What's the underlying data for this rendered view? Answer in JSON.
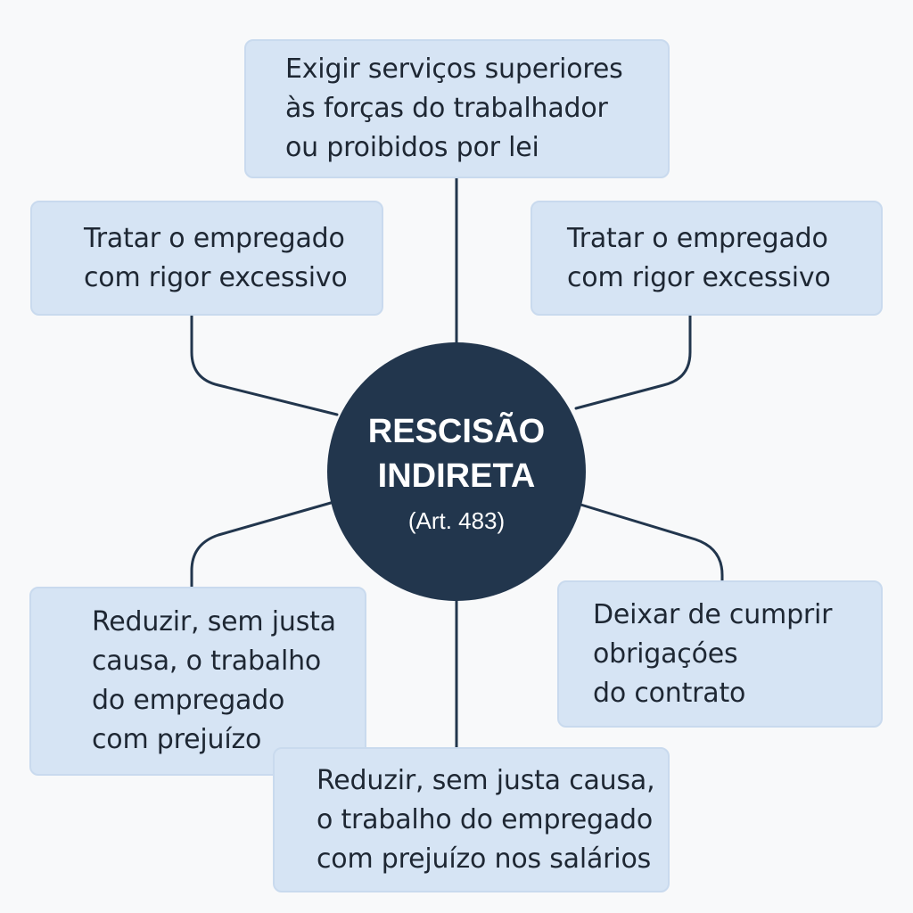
{
  "center": {
    "title": "RESCISÃO\nINDIRETA",
    "subtitle": "(Art. 483)"
  },
  "boxes": {
    "top": "Exigir serviços superiores\nàs forças do trabalhador\nou proibidos por lei",
    "upper_left": "Tratar o empregado\ncom rigor excessivo",
    "upper_right": "Tratar o empregado\ncom rigor excessivo",
    "lower_left": "Reduzir, sem justa\ncausa, o trabalho\ndo empregado\ncom prejuízo",
    "lower_right": "Deixar de cumprir\nobrigaçóes\ndo contrato",
    "bottom": "Reduzir, sem justa causa,\no trabalho do empregado\ncom prejuízo nos salários"
  },
  "colors": {
    "background": "#f8f9fa",
    "box_fill": "#d6e4f4",
    "center_fill": "#22364d",
    "connector": "#22364d"
  }
}
